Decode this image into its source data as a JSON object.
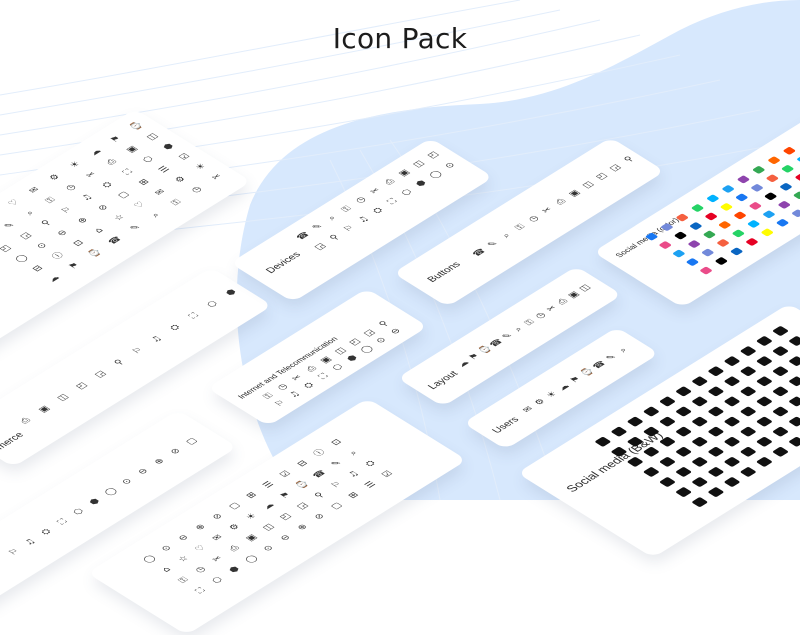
{
  "title": "Icon Pack",
  "colors": {
    "blob": "#d7e8fd",
    "lines": "#e3eefc",
    "card": "#ffffff",
    "icon": "#333333"
  },
  "cards": {
    "misc": {
      "label": "",
      "icons": [
        "clock",
        "cloud",
        "flag",
        "pin",
        "bell",
        "gear",
        "heart",
        "star",
        "home",
        "camera",
        "sun",
        "bug",
        "mail",
        "lock",
        "key",
        "info",
        "target",
        "timer"
      ]
    },
    "devices": {
      "label": "Devices",
      "icons": [
        "phone",
        "tablet",
        "laptop",
        "monitor",
        "watch",
        "printer",
        "speaker",
        "camera",
        "keyboard",
        "mouse",
        "tv",
        "router",
        "battery",
        "usb",
        "disk",
        "chip",
        "headphones",
        "gamepad",
        "remote",
        "plug"
      ]
    },
    "buttons": {
      "label": "Buttons",
      "icons": [
        "circle",
        "radio",
        "minus-circle",
        "plus-circle",
        "check-circle",
        "square",
        "grid-button",
        "list-button",
        "check-square",
        "minus-square",
        "info-circle",
        "plus-square"
      ]
    },
    "internet": {
      "label": "Internet and Telecommunication",
      "icons": [
        "server",
        "database",
        "network",
        "cloud",
        "wifi",
        "signal",
        "antenna",
        "globe",
        "satellite",
        "link",
        "phone-call",
        "fax",
        "modem",
        "cable",
        "tower",
        "broadcast"
      ]
    },
    "layout": {
      "label": "Layout",
      "icons": [
        "layout-grid",
        "columns",
        "rows",
        "sidebar",
        "window",
        "split",
        "panel",
        "board",
        "stack",
        "tiles",
        "frame",
        "slash-box"
      ]
    },
    "users": {
      "label": "Users",
      "icons": [
        "user",
        "user-plus",
        "user-minus",
        "user-check",
        "user-x",
        "user-group",
        "user-tag",
        "user-card",
        "user-circle"
      ]
    },
    "ecommerce": {
      "label": "E-commerce",
      "icons": [
        "store",
        "tag",
        "wallet",
        "cart",
        "gift",
        "bag",
        "basket",
        "box",
        "receipt",
        "card",
        "coupon"
      ]
    },
    "bottom_left": {
      "label": "",
      "icons": [
        "file",
        "folder",
        "note",
        "doc",
        "clip",
        "save",
        "archive",
        "copy",
        "paste",
        "print",
        "trash",
        "share"
      ]
    },
    "bottom_middle": {
      "label": "",
      "icons": [
        "sun",
        "cloud",
        "rain",
        "snow",
        "wind",
        "storm",
        "moon",
        "fog",
        "umbrella",
        "drop",
        "thermo",
        "leaf"
      ]
    },
    "social_color": {
      "label": "Social media (color)",
      "colors": [
        "#1877f2",
        "#e60023",
        "#000000",
        "#ff4500",
        "#34a853",
        "#1da1f2",
        "#25d366",
        "#7289da",
        "#fffc00",
        "#0a66c2",
        "#ea4c89",
        "#ff6600",
        "#8e44ad",
        "#00b2ff",
        "#f56040"
      ]
    },
    "social_bw": {
      "label": "Social media (B&W)"
    }
  }
}
